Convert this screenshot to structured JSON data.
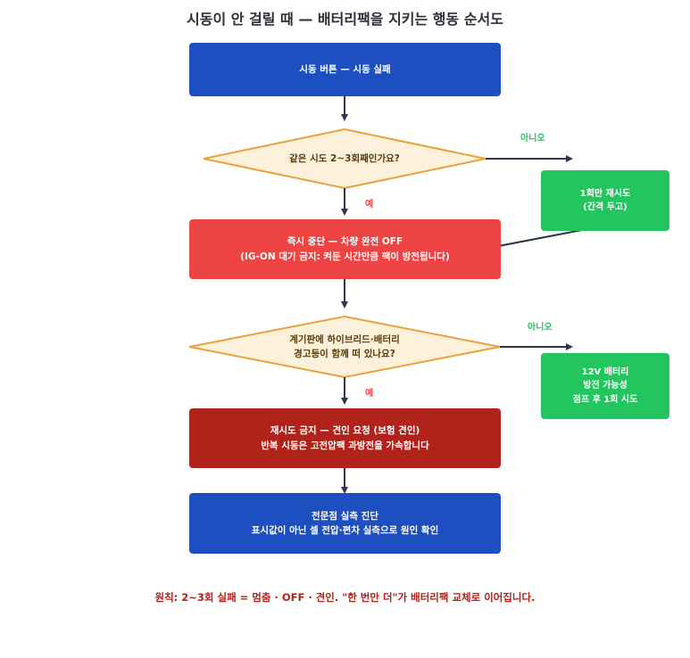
{
  "title": "시동이 안 걸릴 때 — 배터리팩을 지키는 행동 순서도",
  "nodes": {
    "start": {
      "line1": "시동 버튼 — 시동 실패"
    },
    "decision1": {
      "line1": "같은 시도 2~3회째인가요?"
    },
    "retry": {
      "line1": "1회만 재시도",
      "line2": "(간격 두고)"
    },
    "stop": {
      "line1": "즉시 중단 — 차량 완전 OFF",
      "line2": "(IG-ON 대기 금지: 켜둔 시간만큼 팩이 방전됩니다)"
    },
    "decision2": {
      "line1": "계기판에 하이브리드·배터리",
      "line2": "경고등이 함께 떠 있나요?"
    },
    "jump": {
      "line1": "12V 배터리",
      "line2": "방전 가능성",
      "line3": "점프 후 1회 시도"
    },
    "tow": {
      "line1": "재시도 금지 — 견인 요청 (보험 견인)",
      "line2": "반복 시동은 고전압팩 과방전을 가속합니다"
    },
    "diagnosis": {
      "line1": "전문점 실측 진단",
      "line2": "표시값이 아닌 셀 전압·편차 실측으로 원인 확인"
    }
  },
  "labels": {
    "no1": "아니오",
    "yes1": "예",
    "no2": "아니오",
    "yes2": "예"
  },
  "footer": "원칙: 2~3회 실패 = 멈춤 · OFF · 견인.  \"한 번만 더\"가 배터리팩 교체로 이어집니다.",
  "colors": {
    "process_blue": "#1e4fc0",
    "stop_red": "#ef4444",
    "tow_darkred": "#b0221a",
    "option_green": "#22c55e",
    "decision_fill": "#fdf1dc",
    "decision_stroke": "#e8a33a",
    "arrow": "#2d3748"
  }
}
